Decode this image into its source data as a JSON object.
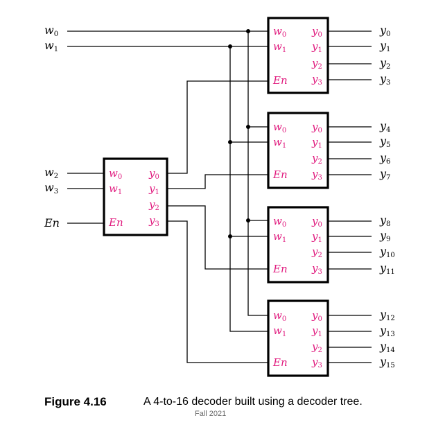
{
  "pins": {
    "in0": "w",
    "in0_sub": "0",
    "in1": "w",
    "in1_sub": "1",
    "out": "y",
    "sub0": "0",
    "sub1": "1",
    "sub2": "2",
    "sub3": "3",
    "enable": "En"
  },
  "external_inputs": {
    "w0": "w",
    "w0_sub": "0",
    "w1": "w",
    "w1_sub": "1",
    "w2": "w",
    "w2_sub": "2",
    "w3": "w",
    "w3_sub": "3",
    "en": "En"
  },
  "outputs": {
    "letter": "y",
    "subs": [
      "0",
      "1",
      "2",
      "3",
      "4",
      "5",
      "6",
      "7",
      "8",
      "9",
      "10",
      "11",
      "12",
      "13",
      "14",
      "15"
    ]
  },
  "caption": {
    "label": "Figure 4.16",
    "text": "A 4-to-16 decoder built using a decoder tree."
  },
  "footer": "Fall 2021",
  "colors": {
    "pin_label": "#e0197d",
    "line": "#000000"
  }
}
